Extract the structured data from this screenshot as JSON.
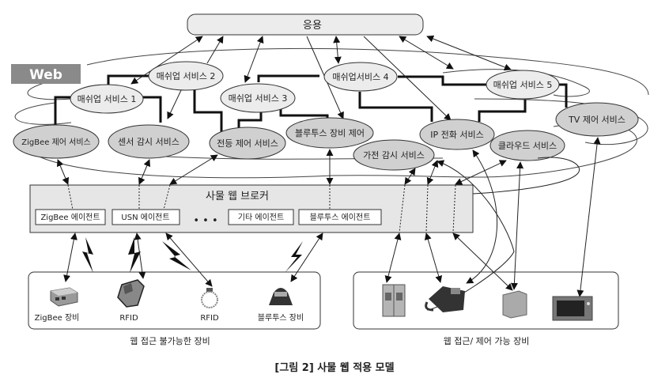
{
  "title": "사물 웹 적용 모델",
  "caption": "[그림 2] 사물 웹 적용 모델",
  "top_box": {
    "label": "응용"
  },
  "web_label": "Web",
  "mashups": [
    {
      "id": "m1",
      "label": "매쉬업 서비스 1"
    },
    {
      "id": "m2",
      "label": "매쉬업 서비스 2"
    },
    {
      "id": "m3",
      "label": "매쉬업 서비스 3"
    },
    {
      "id": "m4",
      "label": "매쉬업서비스 4"
    },
    {
      "id": "m5",
      "label": "매쉬업 서비스 5"
    }
  ],
  "services": [
    {
      "id": "zigbee",
      "label": "ZigBee 제어 서비스"
    },
    {
      "id": "sensor",
      "label": "센서 감시 서비스"
    },
    {
      "id": "light",
      "label": "전등 제어 서비스"
    },
    {
      "id": "bt",
      "label": "블루투스 장비 제어"
    },
    {
      "id": "appliance",
      "label": "가전 감시 서비스"
    },
    {
      "id": "ip",
      "label": "IP 전화 서비스"
    },
    {
      "id": "cloud",
      "label": "클라우드 서비스"
    },
    {
      "id": "tv",
      "label": "TV 제어 서비스"
    }
  ],
  "broker": {
    "label": "사물 웹 브로커",
    "agents": [
      "ZigBee 에이전트",
      "USN 에이전트",
      "기타 에이전트",
      "블루투스 에이전트"
    ],
    "ellipsis": "• • •"
  },
  "left_group": {
    "label": "웹 접근 불가능한 장비",
    "devices": [
      "ZigBee 장비",
      "RFID",
      "RFID",
      "블루투스 장비"
    ]
  },
  "right_group": {
    "label": "웹 접근/ 제어 가능 장비",
    "devices": [
      "refrigerator",
      "phone",
      "server",
      "tv-panel"
    ]
  },
  "colors": {
    "service_fill": "#d0d0d0",
    "mashup_fill": "#ececec",
    "broker_fill": "#e6e6e6",
    "web_fill": "#8a8a8a",
    "line": "#222222"
  }
}
